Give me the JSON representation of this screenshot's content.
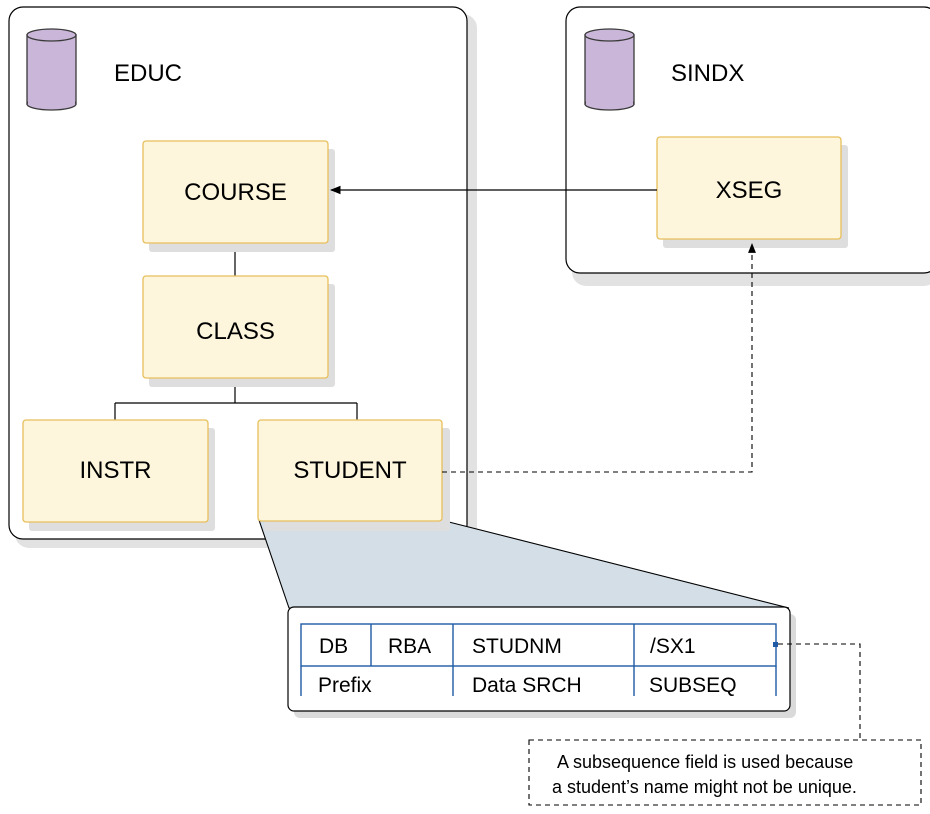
{
  "databases": {
    "educ": {
      "name": "EDUC"
    },
    "sindx": {
      "name": "SINDX"
    }
  },
  "segments": {
    "course": "COURSE",
    "class": "CLASS",
    "instr": "INSTR",
    "student": "STUDENT",
    "xseg": "XSEG"
  },
  "index_entry": {
    "fields": [
      "DB",
      "RBA",
      "STUDNM",
      "/SX1"
    ],
    "labels": [
      "Prefix",
      "Data SRCH",
      "SUBSEQ"
    ]
  },
  "note": {
    "lines": [
      "A subsequence field is used because",
      "a student’s name might not be unique."
    ]
  },
  "colors": {
    "segment_fill": "#fdf6dc",
    "segment_border": "#e8bf5c",
    "database_fill": "#c9b6d8",
    "database_stroke": "#3a3a3a",
    "callout_fill": "#d3dee6",
    "cell_border": "#1f5aa6"
  },
  "icons": [
    "database-cylinder-icon",
    "arrow-head-icon"
  ]
}
